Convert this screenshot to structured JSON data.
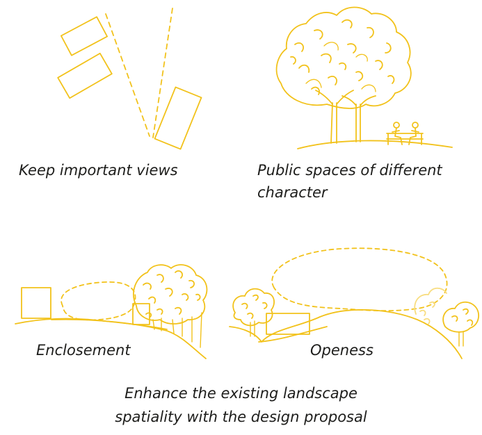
{
  "captions": {
    "keep_views": "Keep important views",
    "public_spaces_line1": "Public spaces of different",
    "public_spaces_line2": "character",
    "enclosement": "Enclosement",
    "openess": "Openess",
    "main_line1": "Enhance the existing landscape",
    "main_line2": "spatiality with the design proposal"
  },
  "colors": {
    "stroke": "#f2c21b",
    "text": "#1d1d1b",
    "background": "#ffffff"
  }
}
